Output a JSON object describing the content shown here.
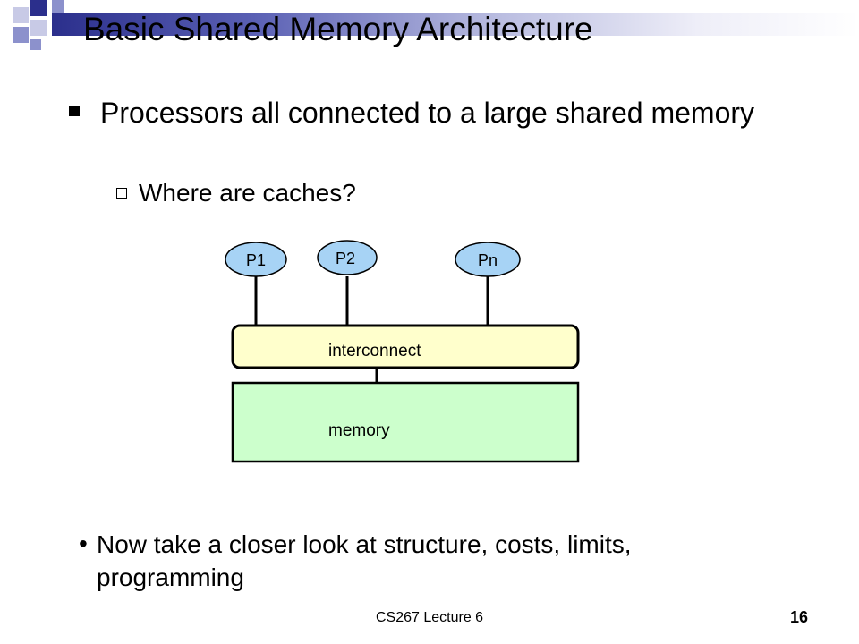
{
  "slide": {
    "title": "Basic Shared Memory Architecture",
    "bullets": [
      {
        "text": "Processors all connected to a large shared memory",
        "sub": "Where are caches?"
      }
    ],
    "closing_bullet": "Now take a closer look at structure, costs, limits, programming"
  },
  "diagram": {
    "processors": [
      "P1",
      "P2",
      "Pn"
    ],
    "interconnect_label": "interconnect",
    "memory_label": "memory",
    "colors": {
      "processor_fill": "#a7d3f5",
      "interconnect_fill": "#ffffcc",
      "memory_fill": "#ccffcc"
    }
  },
  "footer": {
    "lecture": "CS267 Lecture 6",
    "page_number": "16"
  },
  "theme": {
    "header_colors": [
      "#2b2f8c",
      "#8c91cc",
      "#c8cae6"
    ]
  }
}
